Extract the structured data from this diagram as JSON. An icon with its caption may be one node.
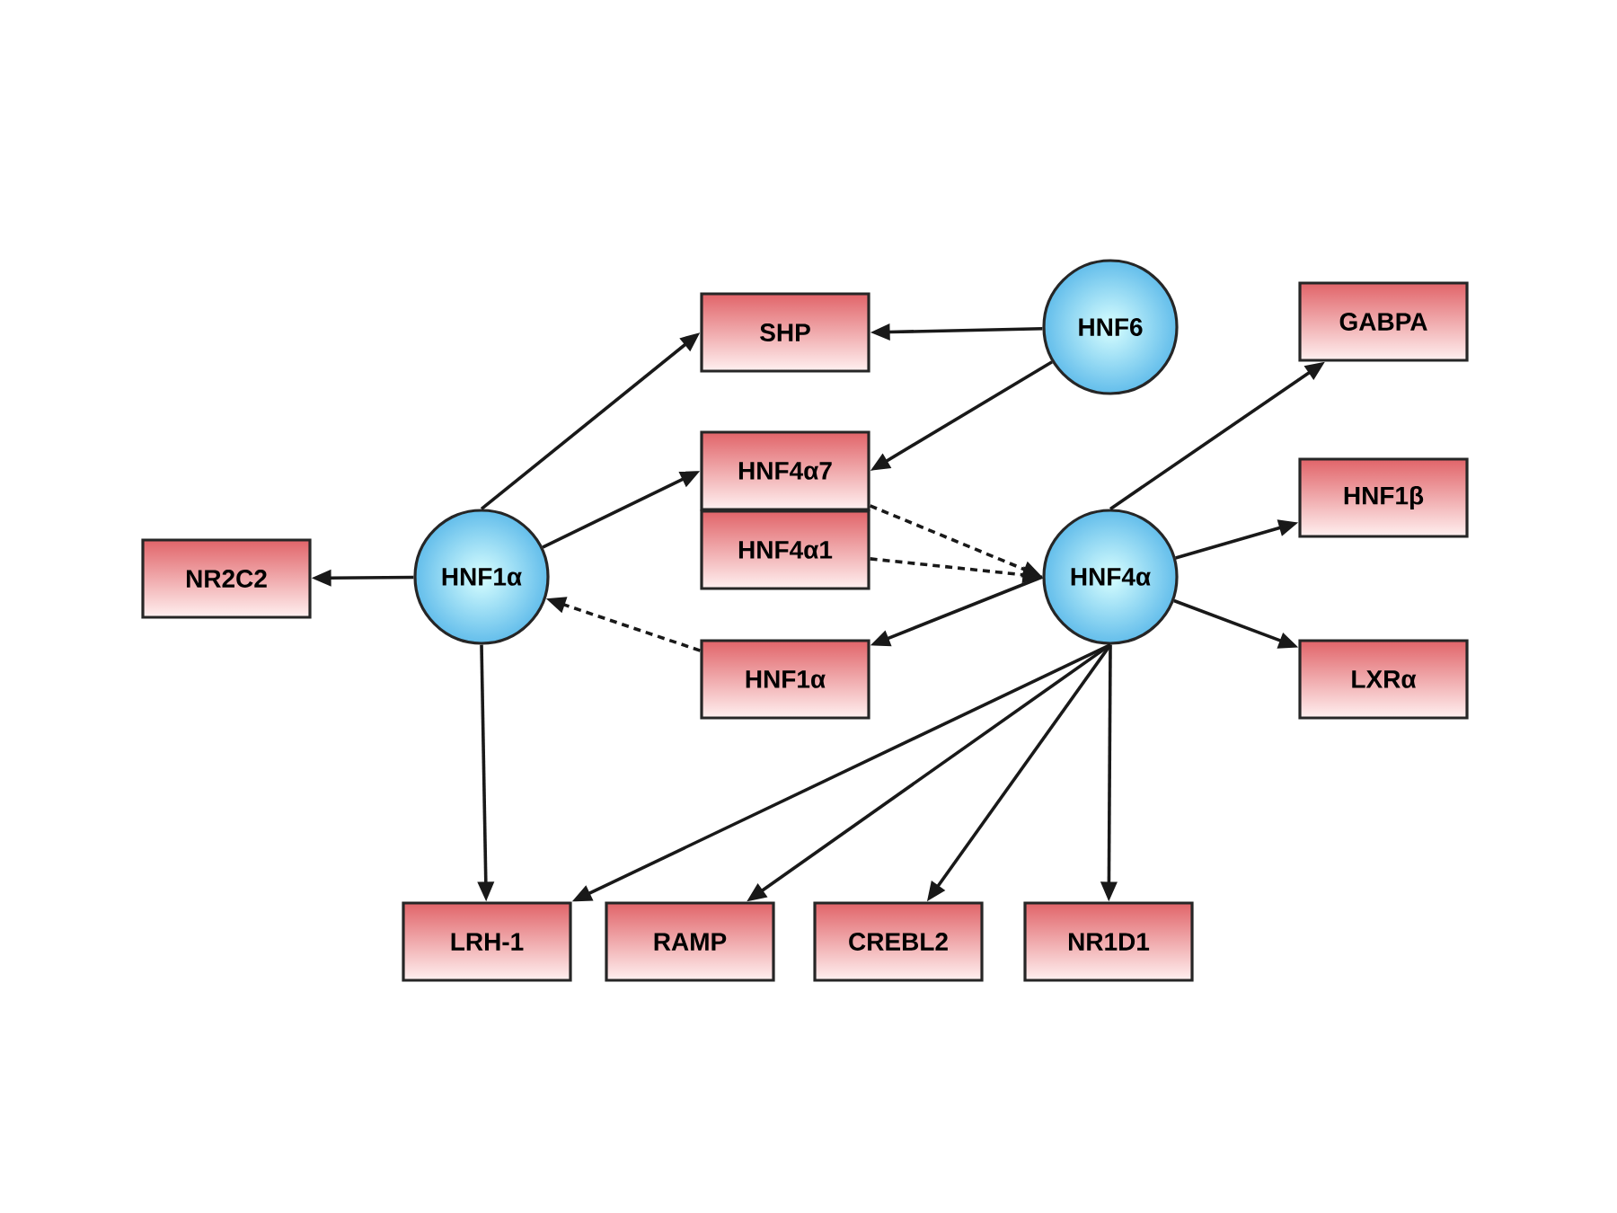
{
  "diagram": {
    "nodes": [
      {
        "text": [
          "SHP"
        ]
      },
      {
        "text": [
          "HNF6"
        ]
      },
      {
        "text": [
          "GABPA"
        ]
      },
      {
        "text": [
          "HNF4α7"
        ]
      },
      {
        "text": [
          "NR2C2"
        ]
      },
      {
        "text": [
          "HNF1α"
        ]
      },
      {
        "text": [
          "HNF4α1"
        ]
      },
      {
        "text": [
          "HNF4α"
        ]
      },
      {
        "text": [
          "HNF1β"
        ]
      },
      {
        "text": [
          "HNF1α"
        ]
      },
      {
        "text": [
          "LXRα"
        ]
      },
      {
        "text": [
          "LRH-1"
        ]
      },
      {
        "text": [
          "RAMP"
        ]
      },
      {
        "text": [
          "CREBL2"
        ]
      },
      {
        "text": [
          "NR1D1"
        ]
      }
    ],
    "edges": [
      {
        "from": 5,
        "to": 0,
        "arrow": "to"
      },
      {
        "from": 5,
        "to": 3,
        "arrow": "to"
      },
      {
        "from": 5,
        "to": 4,
        "arrow": "to"
      },
      {
        "from": 9,
        "to": 5,
        "arrow": "to",
        "style": "dashed"
      },
      {
        "from": 5,
        "to": 11,
        "arrow": "to"
      },
      {
        "from": 1,
        "to": 0,
        "arrow": "to"
      },
      {
        "from": 1,
        "to": 3,
        "arrow": "to"
      },
      {
        "from": 3,
        "to": 7,
        "arrow": "to",
        "style": "dashed"
      },
      {
        "from": 6,
        "to": 7,
        "arrow": "to",
        "style": "dashed"
      },
      {
        "from": 7,
        "to": 2,
        "arrow": "to"
      },
      {
        "from": 7,
        "to": 8,
        "arrow": "to"
      },
      {
        "from": 7,
        "to": 10,
        "arrow": "to"
      },
      {
        "from": 7,
        "to": 9,
        "arrow": "to"
      },
      {
        "from": 7,
        "to": 11,
        "arrow": "to"
      },
      {
        "from": 7,
        "to": 12,
        "arrow": "to"
      },
      {
        "from": 7,
        "to": 13,
        "arrow": "to"
      },
      {
        "from": 7,
        "to": 14,
        "arrow": "to"
      }
    ]
  }
}
